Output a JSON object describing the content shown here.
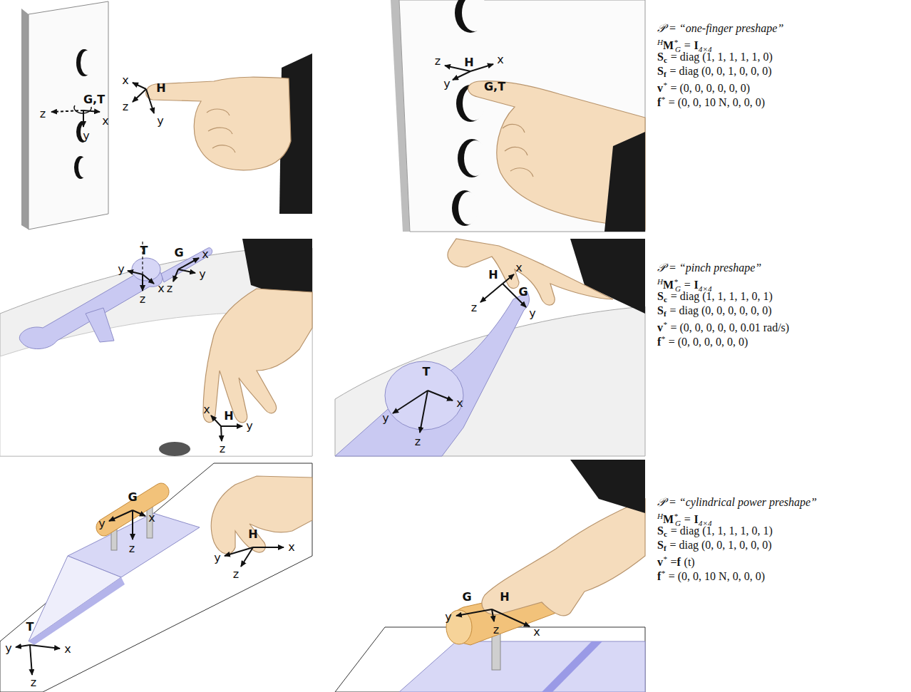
{
  "diagram": {
    "labels": [
      "z",
      "x",
      "y",
      "G,T",
      "x",
      "z",
      "y",
      "H",
      "z",
      "x",
      "H",
      "G,T",
      "y",
      "T",
      "G",
      "x",
      "y",
      "y",
      "x",
      "z",
      "z",
      "x",
      "H",
      "y",
      "z",
      "x",
      "H",
      "G",
      "y",
      "z",
      "T",
      "y",
      "x",
      "z",
      "G",
      "y",
      "x",
      "z",
      "H",
      "x",
      "y",
      "z",
      "T",
      "y",
      "x",
      "z",
      "G",
      "H",
      "y",
      "z",
      "x",
      "𝒫 = “one-finger preshape”",
      "H",
      "M",
      "*",
      "G",
      "=",
      "I",
      "4×4",
      "S",
      "c",
      "= diag (1, 1, 1, 1, 1, 0)",
      "S",
      "f",
      "= diag (0, 0, 1, 0, 0, 0)",
      "v",
      "*",
      "= (0, 0, 0, 0, 0, 0)",
      "f",
      "*",
      "= (0, 0, 10 N, 0, 0, 0)",
      "𝒫 = “pinch preshape”",
      "H",
      "M",
      "*",
      "G",
      "=",
      "I",
      "4×4",
      "S",
      "c",
      "= diag (1, 1, 1, 1, 0, 1)",
      "S",
      "f",
      "= diag (0, 0, 0, 0, 0, 0)",
      "v",
      "*",
      "= (0, 0, 0, 0, 0, 0.01 rad/s)",
      "f",
      "*",
      "= (0, 0, 0, 0, 0, 0)",
      "𝒫 = “cylindrical power preshape”",
      "H",
      "M",
      "*",
      "G",
      "=",
      "I",
      "4×4",
      "S",
      "c",
      "= diag (1, 1, 1, 1, 0, 1)",
      "S",
      "f",
      "= diag (0, 0, 1, 0, 0, 0)",
      "v",
      "*",
      "=",
      "f",
      "(t)",
      "f",
      "*",
      "= (0, 0, 10 N, 0, 0, 0)"
    ]
  }
}
